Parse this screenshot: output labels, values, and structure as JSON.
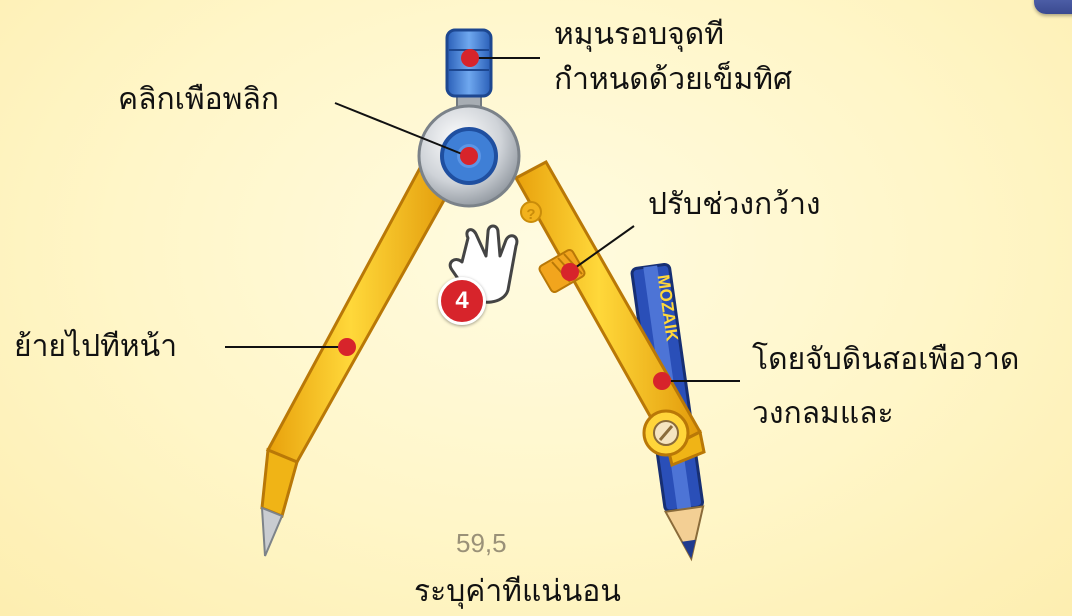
{
  "tool": "compass",
  "labels": {
    "rotate_line1": "หมุนรอบจุดที",
    "rotate_line2": "กำหนดด้วยเข็มทิศ",
    "flip": "คลิกเพือพลิก",
    "adjust_width": "ปรับช่วงกว้าง",
    "move_front": "ย้ายไปทีหน้า",
    "draw_line1": "โดยจับดินสอเพือวาด",
    "draw_line2": "วงกลมและ",
    "specify_value": "ระบุค่าทีแน่นอน"
  },
  "measurement": "59,5",
  "pencil_brand": "MOZAIK",
  "step_badge": "4",
  "colors": {
    "background": "#fff6c8",
    "leg_yellow": "#f6c21c",
    "hotspot": "#d7242b",
    "knob_blue": "#3f7fd6",
    "pencil_blue": "#2a4fb8"
  }
}
